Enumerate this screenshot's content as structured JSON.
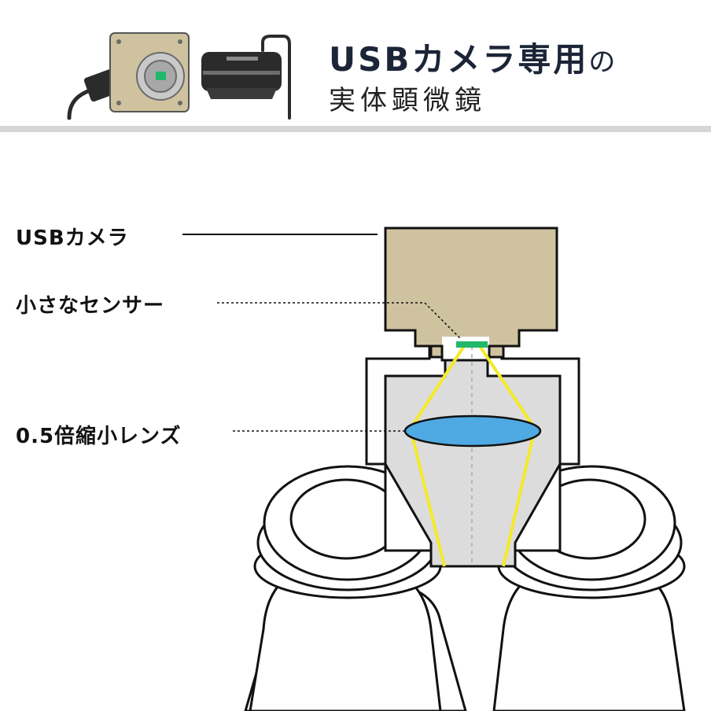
{
  "header": {
    "title_main": "USBカメラ専用",
    "title_particle": "の",
    "title_sub": "実体顕微鏡"
  },
  "labels": {
    "camera": "USBカメラ",
    "sensor": "小さなセンサー",
    "lens": "0.5倍縮小レンズ"
  },
  "colors": {
    "camera_body": "#cfc29f",
    "tube_fill": "#dcdcdc",
    "lens_fill": "#4fa9e2",
    "sensor": "#22b86a",
    "light_path": "#f3ea2a",
    "title_navy": "#1c2537",
    "divider": "#d6d6d6"
  },
  "icons": [
    "usb-camera-icon",
    "usb-cable-icon",
    "camera-adapter-icon"
  ]
}
